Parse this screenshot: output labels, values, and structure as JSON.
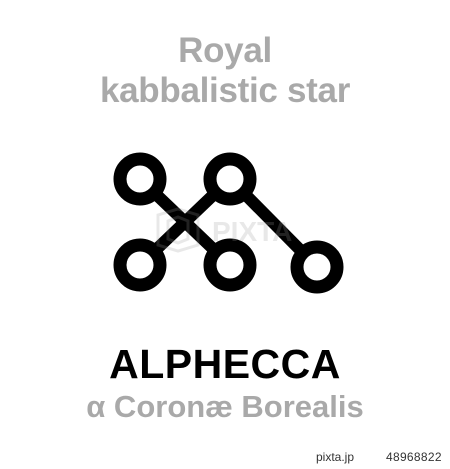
{
  "header": {
    "line1": "Royal",
    "line2": "kabbalistic star"
  },
  "symbol": {
    "icon": "alphecca-astrological-glyph",
    "color": "#000000"
  },
  "watermark": {
    "icon": "pixta-watermark-logo",
    "text": "PIXTA"
  },
  "title": {
    "name": "ALPHECCA",
    "constellation": "α Coronæ Borealis"
  },
  "footer": {
    "host": "pixta.jp",
    "image_id": "48968822"
  },
  "colors": {
    "subtitle": "#a9a9a9",
    "name": "#000000",
    "background": "#ffffff"
  }
}
